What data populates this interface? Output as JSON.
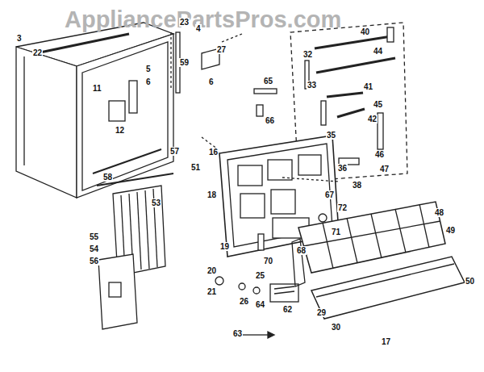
{
  "diagram": {
    "labels": [
      "AppliancePartsPros.com",
      "3",
      "22",
      "23",
      "4",
      "59",
      "27",
      "5",
      "6",
      "6",
      "11",
      "12",
      "65",
      "66",
      "32",
      "40",
      "44",
      "33",
      "41",
      "42",
      "45",
      "35",
      "46",
      "47",
      "57",
      "51",
      "58",
      "16",
      "36",
      "38",
      "67",
      "72",
      "18",
      "53",
      "71",
      "48",
      "49",
      "55",
      "54",
      "56",
      "19",
      "70",
      "68",
      "20",
      "25",
      "21",
      "26",
      "64",
      "62",
      "29",
      "50",
      "30",
      "17",
      "63"
    ]
  }
}
